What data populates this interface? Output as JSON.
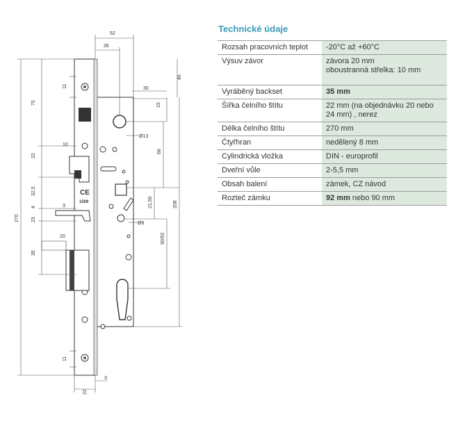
{
  "section": {
    "title": "Technické údaje"
  },
  "specs": [
    {
      "label": "Rozsah pracovních teplot",
      "value": "-20°C až +60°C"
    },
    {
      "label": "Výsuv závor",
      "value": "závora 20 mm",
      "value2": "oboustranná střelka: 10 mm"
    },
    {
      "label": "Vyráběný backset",
      "value_bold": "35 mm"
    },
    {
      "label": "Šířka čelního štítu",
      "value": "22 mm (na objednávku 20 nebo 24 mm) , nerez"
    },
    {
      "label": "Délka čelního štítu",
      "value": "270 mm"
    },
    {
      "label": "Čtyřhran",
      "value": "nedělený 8 mm"
    },
    {
      "label": "Cylindrická vložka",
      "value": "DIN - europrofil"
    },
    {
      "label": "Dveřní vůle",
      "value": "2-5,5 mm"
    },
    {
      "label": "Obsah balení",
      "value": "zámek, CZ návod"
    },
    {
      "label": "Rozteč zámku",
      "value_bold": "92 mm",
      "value_tail": " nebo 90 mm"
    }
  ],
  "drawing": {
    "dims": {
      "d52": "52",
      "d35": "35",
      "d30": "30",
      "d46": "46",
      "d11a": "11",
      "d75": "75",
      "d15": "15",
      "d13": "Ø13",
      "d68": "68",
      "d10": "10",
      "d22": "22",
      "d325": "32,5",
      "d4": "4",
      "d3": "3",
      "d23": "23",
      "d2150": "21,50",
      "d8": "Ø8",
      "d208": "208",
      "d270": "270",
      "d20": "20",
      "d9092": "90/92",
      "d35b": "35",
      "d11b": "11",
      "d22b": "22",
      "d3b": "3"
    },
    "marks": {
      "ce": "CE",
      "year": "1509"
    }
  }
}
